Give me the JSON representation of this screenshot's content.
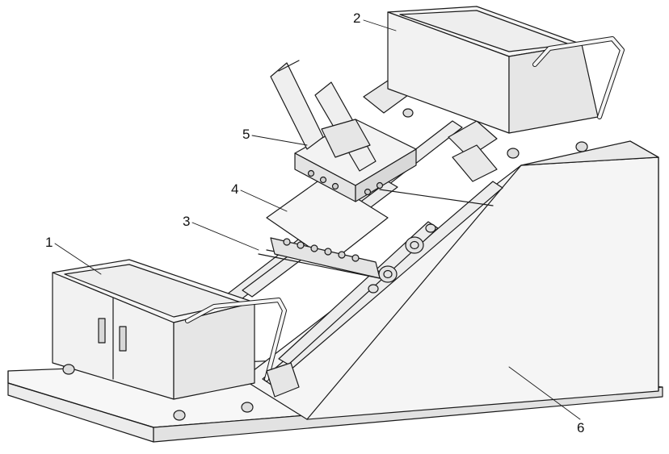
{
  "figure": {
    "style": "patent-style isometric line drawing",
    "line_color": "#1a1a1a",
    "fill_light": "#f4f4f4",
    "fill_mid": "#e6e6e6",
    "fill_dark": "#cfcfcf"
  },
  "labels": [
    {
      "id": "label-1",
      "text": "1"
    },
    {
      "id": "label-2",
      "text": "2"
    },
    {
      "id": "label-3",
      "text": "3"
    },
    {
      "id": "label-4",
      "text": "4"
    },
    {
      "id": "label-5",
      "text": "5"
    },
    {
      "id": "label-6",
      "text": "6"
    }
  ]
}
